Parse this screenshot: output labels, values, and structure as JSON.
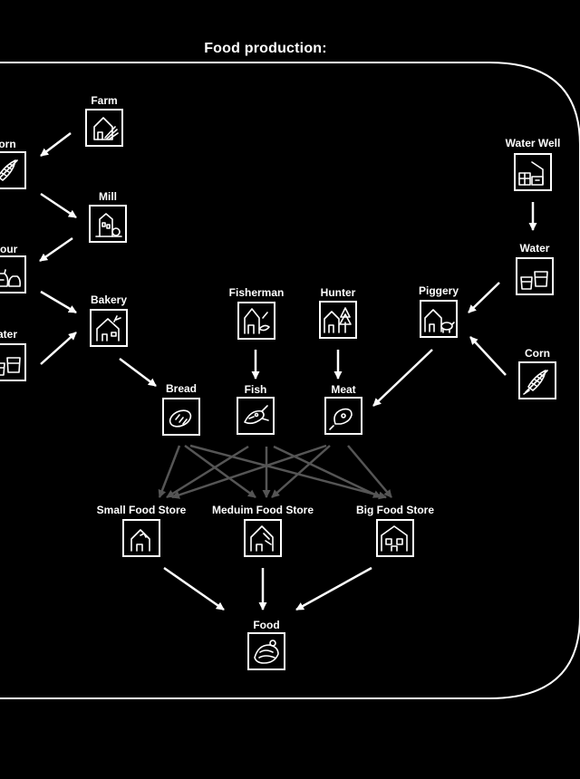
{
  "title": "Food production:",
  "colors": {
    "background": "#000000",
    "foreground": "#ffffff",
    "secondary_arrow": "#555555"
  },
  "nodes": {
    "farm": {
      "label": "Farm",
      "icon": "farm-house-icon"
    },
    "corn_left": {
      "label": "orn",
      "icon": "corn-icon"
    },
    "mill": {
      "label": "Mill",
      "icon": "mill-icon"
    },
    "flour": {
      "label": "lour",
      "icon": "flour-sack-icon"
    },
    "water_left": {
      "label": "ater",
      "icon": "water-bucket-icon"
    },
    "bakery": {
      "label": "Bakery",
      "icon": "bakery-icon"
    },
    "bread": {
      "label": "Bread",
      "icon": "bread-icon"
    },
    "fisherman": {
      "label": "Fisherman",
      "icon": "fisherman-hut-icon"
    },
    "fish": {
      "label": "Fish",
      "icon": "fish-icon"
    },
    "hunter": {
      "label": "Hunter",
      "icon": "hunter-lodge-icon"
    },
    "meat": {
      "label": "Meat",
      "icon": "meat-icon"
    },
    "piggery": {
      "label": "Piggery",
      "icon": "piggery-icon"
    },
    "water_well": {
      "label": "Water Well",
      "icon": "water-well-icon"
    },
    "water_right": {
      "label": "Water",
      "icon": "water-bucket-icon"
    },
    "corn_right": {
      "label": "Corn",
      "icon": "corn-icon"
    },
    "small_store": {
      "label": "Small Food Store",
      "icon": "small-store-icon"
    },
    "medium_store": {
      "label": "Meduim Food Store",
      "icon": "medium-store-icon"
    },
    "big_store": {
      "label": "Big Food Store",
      "icon": "big-store-icon"
    },
    "food": {
      "label": "Food",
      "icon": "food-basket-icon"
    }
  },
  "edges": [
    [
      "farm",
      "corn_left"
    ],
    [
      "corn_left",
      "mill"
    ],
    [
      "mill",
      "flour"
    ],
    [
      "flour",
      "bakery"
    ],
    [
      "water_left",
      "bakery"
    ],
    [
      "bakery",
      "bread"
    ],
    [
      "fisherman",
      "fish"
    ],
    [
      "hunter",
      "meat"
    ],
    [
      "piggery",
      "meat"
    ],
    [
      "water_well",
      "water_right"
    ],
    [
      "water_right",
      "piggery"
    ],
    [
      "corn_right",
      "piggery"
    ],
    [
      "bread",
      "small_store"
    ],
    [
      "bread",
      "medium_store"
    ],
    [
      "bread",
      "big_store"
    ],
    [
      "fish",
      "small_store"
    ],
    [
      "fish",
      "medium_store"
    ],
    [
      "fish",
      "big_store"
    ],
    [
      "meat",
      "small_store"
    ],
    [
      "meat",
      "medium_store"
    ],
    [
      "meat",
      "big_store"
    ],
    [
      "small_store",
      "food"
    ],
    [
      "medium_store",
      "food"
    ],
    [
      "big_store",
      "food"
    ]
  ]
}
